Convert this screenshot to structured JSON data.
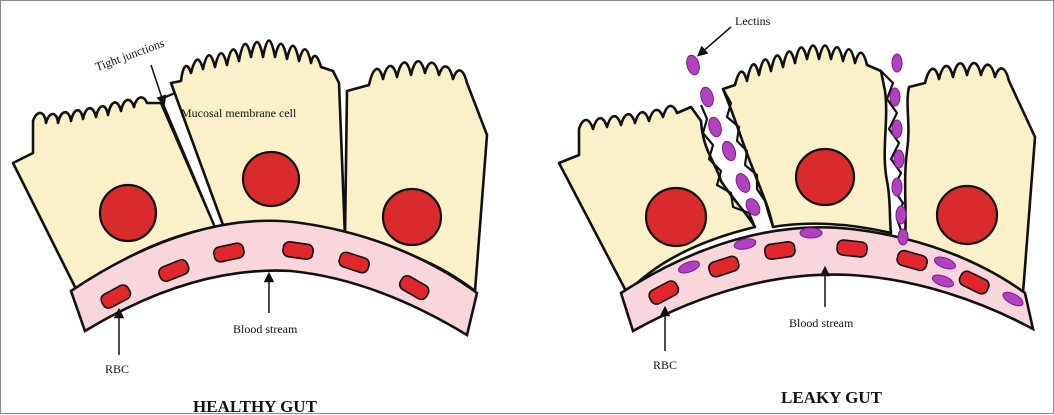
{
  "healthy": {
    "title": "HEALTHY GUT",
    "tight_junctions_label": "Tight junctions",
    "mucosal_label": "Mucosal membrane cell",
    "blood_stream_label": "Blood stream",
    "rbc_label": "RBC"
  },
  "leaky": {
    "title": "LEAKY GUT",
    "lectins_label": "Lectins",
    "blood_stream_label": "Blood stream",
    "rbc_label": "RBC"
  },
  "colors": {
    "cell_fill": "#faf1c8",
    "nucleus": "#d92b2b",
    "blood_vessel": "#f9d6dc",
    "rbc": "#e1262c",
    "lectin": "#b142bf"
  }
}
